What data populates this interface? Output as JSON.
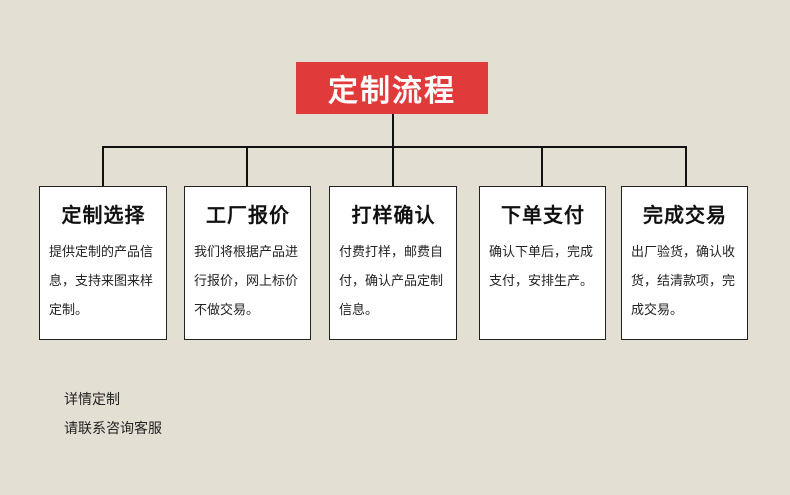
{
  "title": "定制流程",
  "steps": [
    {
      "title": "定制选择",
      "desc": "提供定制的产品信息，支持来图来样定制。"
    },
    {
      "title": "工厂报价",
      "desc": "我们将根据产品进行报价，网上标价不做交易。"
    },
    {
      "title": "打样确认",
      "desc": "付费打样，邮费自付，确认产品定制信息。"
    },
    {
      "title": "下单支付",
      "desc": "确认下单后，完成支付，安排生产。"
    },
    {
      "title": "完成交易",
      "desc": "出厂验货，确认收货，结清款项，完成交易。"
    }
  ],
  "footer": {
    "line1": "详情定制",
    "line2": "请联系咨询客服"
  },
  "colors": {
    "background": "#e4dfd3",
    "title_bg": "#e03a3a",
    "title_text": "#ffffff",
    "box_bg": "#ffffff",
    "line": "#111111"
  }
}
